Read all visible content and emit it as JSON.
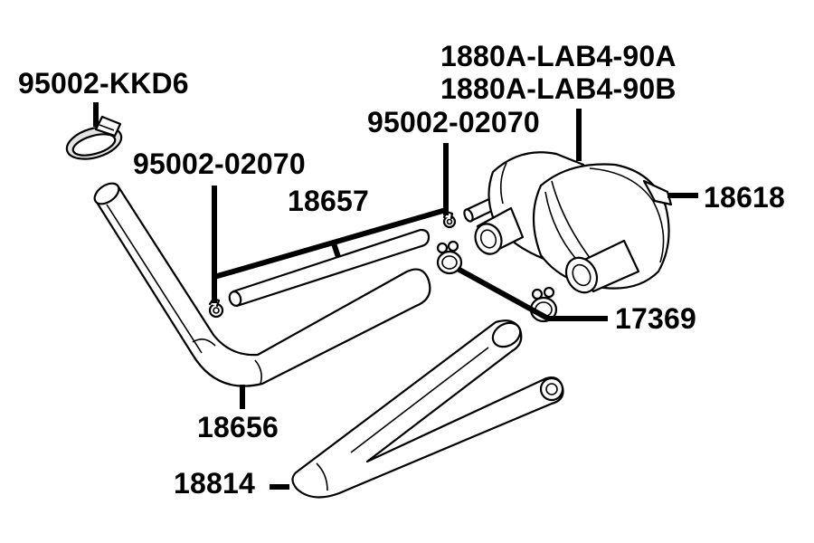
{
  "labels": {
    "clamp_top": "95002-KKD6",
    "clip_left": "95002-02070",
    "pipe": "18657",
    "clip_right": "95002-02070",
    "valve_a": "1880A-LAB4-90A",
    "valve_b": "1880A-LAB4-90B",
    "valve_clip": "18618",
    "clips_pair": "17369",
    "hose_bent": "18656",
    "hose_y": "18814"
  }
}
